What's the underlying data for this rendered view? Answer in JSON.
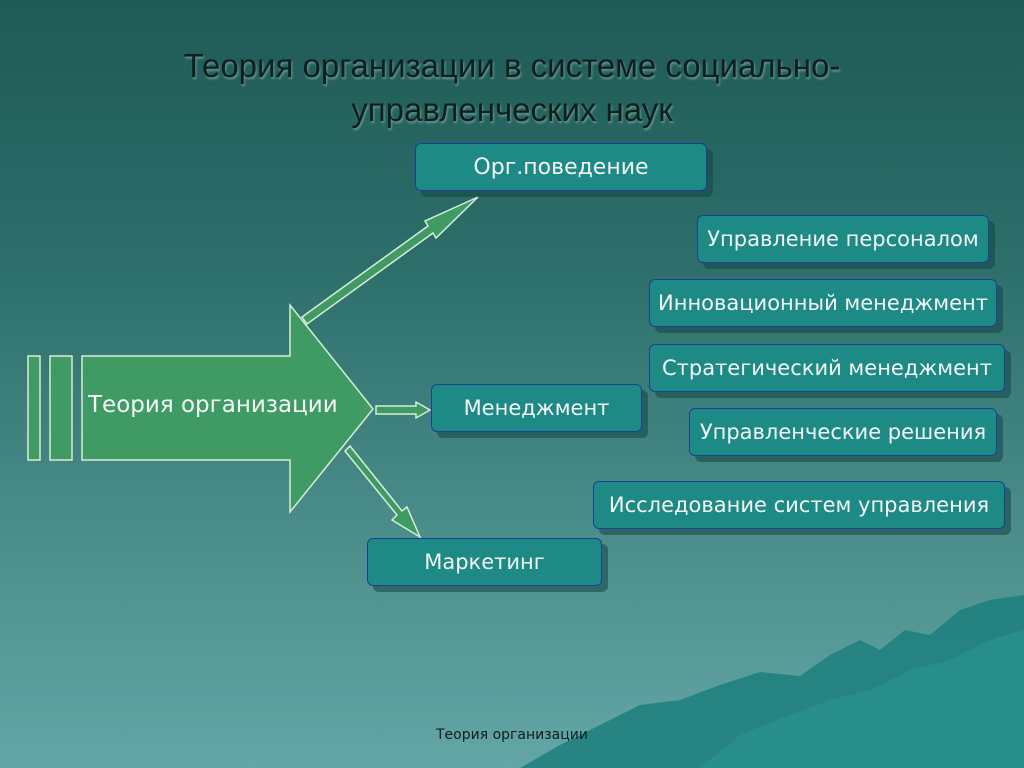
{
  "slide": {
    "title_line1": "Теория организации в системе социально-",
    "title_line2": "управленческих наук",
    "main_label": "Теория организации",
    "footer": "Теория организации"
  },
  "nodes": {
    "org_behavior": "Орг.поведение",
    "management": "Менеджмент",
    "marketing": "Маркетинг",
    "personnel": "Управление персоналом",
    "innovation": "Инновационный менеджмент",
    "strategic": "Стратегический менеджмент",
    "decisions": "Управленческие решения",
    "systems_research": "Исследование систем управления"
  },
  "colors": {
    "box_fill": "#1e8a86",
    "box_border": "#1d3f97",
    "arrow_fill": "#3f9a63",
    "background": "#2d6f6b"
  }
}
